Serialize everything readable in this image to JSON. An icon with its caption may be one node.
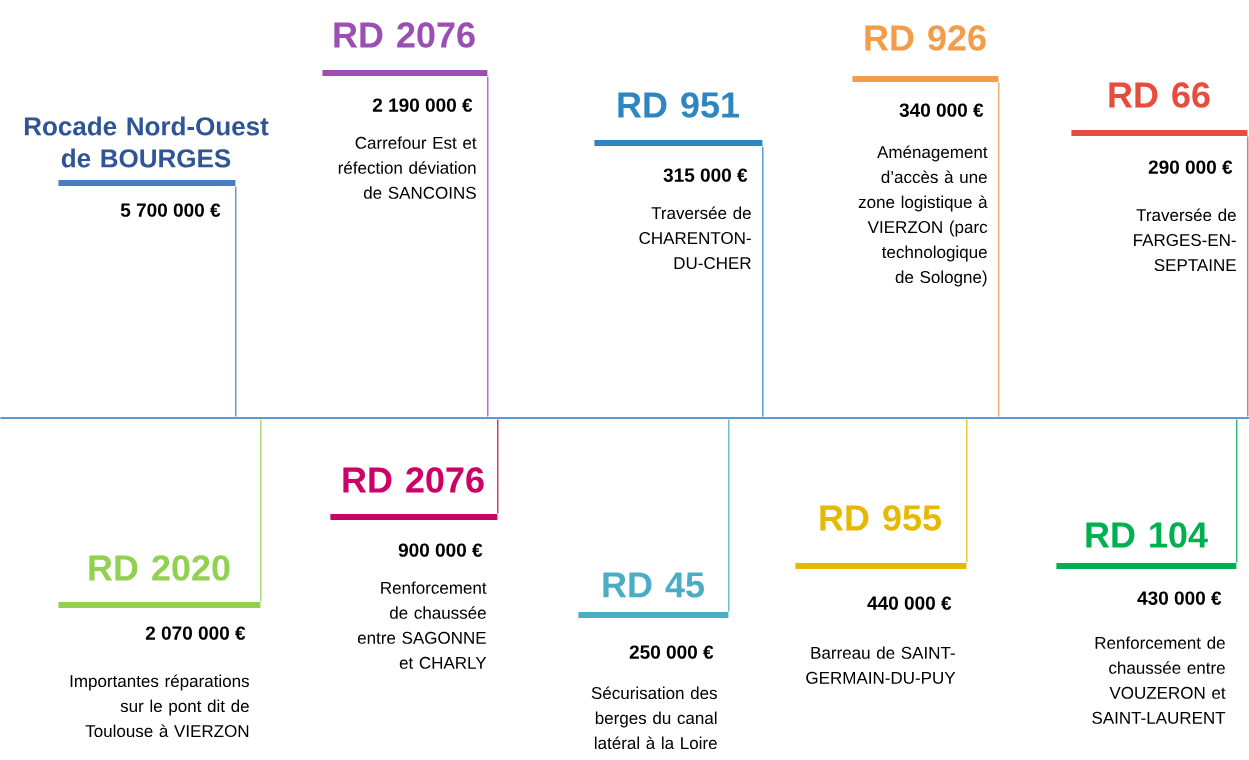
{
  "diagram": {
    "nodes": [
      {
        "text": [
          "Rocade Nord-Ouest de BOURGES",
          "5 700 000 €"
        ]
      },
      {
        "text": [
          "RD 2076",
          "2 190 000 €",
          "Carrefour Est  et réfection déviation de SANCOINS"
        ]
      },
      {
        "text": [
          "RD 951",
          "315 000 €",
          "Traversée de CHARENTON-DU-CHER"
        ]
      },
      {
        "text": [
          "RD 926",
          "340 000 €",
          "Aménagement d’accès à une zone logistique à VIERZON (parc technologique de Sologne)"
        ]
      },
      {
        "text": [
          "RD 66",
          "290 000 €",
          "Traversée de FARGES-EN-SEPTAINE"
        ]
      },
      {
        "text": [],
        "shape": "bar"
      },
      {
        "text": [
          "RD 2020",
          "2 070 000 €",
          "Importantes réparations sur le pont dit de Toulouse à VIERZON"
        ]
      },
      {
        "text": [
          "RD 2076",
          "900 000 €",
          "Renforcement de chaussée entre SAGONNE et CHARLY"
        ]
      },
      {
        "text": [
          "RD 45",
          "250 000 €",
          "Sécurisation des berges du canal latéral à la Loire"
        ]
      },
      {
        "text": [
          "RD 955",
          "440 000 €",
          "Barreau de SAINT-GERMAIN-DU-PUY"
        ]
      },
      {
        "text": [
          "RD 104",
          "430 000 €",
          "Renforcement de chaussée entre VOUZERON et SAINT-LAURENT"
        ]
      }
    ],
    "edges": [
      {
        "from": 0,
        "to": 5,
        "arrow": "none",
        "color": "#4a7cc0"
      },
      {
        "from": 1,
        "to": 5,
        "arrow": "none",
        "color": "#9b4fb5"
      },
      {
        "from": 2,
        "to": 5,
        "arrow": "none",
        "color": "#2e86c1"
      },
      {
        "from": 3,
        "to": 5,
        "arrow": "none",
        "color": "#f39c4a"
      },
      {
        "from": 4,
        "to": 5,
        "arrow": "none",
        "color": "#e74c3c"
      },
      {
        "from": 6,
        "to": 5,
        "arrow": "none",
        "color": "#92d050"
      },
      {
        "from": 7,
        "to": 5,
        "arrow": "none",
        "color": "#cc0066"
      },
      {
        "from": 8,
        "to": 5,
        "arrow": "none",
        "color": "#4bacc6"
      },
      {
        "from": 9,
        "to": 5,
        "arrow": "none",
        "color": "#e6b800"
      },
      {
        "from": 10,
        "to": 5,
        "arrow": "none",
        "color": "#00b050"
      }
    ]
  }
}
